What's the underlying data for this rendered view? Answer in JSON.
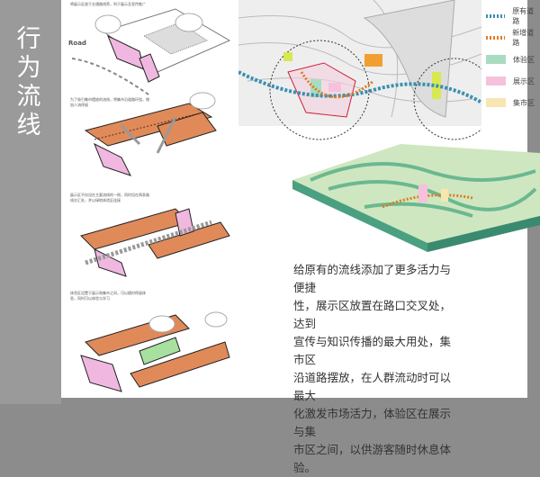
{
  "sidebar": {
    "title": "行为流线"
  },
  "diagrams": {
    "road_label": "Road",
    "captions": [
      "将展示区放于交通路线旁，利于展示及宣传推广",
      "为了吸引集市摆放的流线，将集市沿道路环绕，增加人流停留",
      "展示区不仅设在主要流线的一侧，同时设在两条路线交汇处，并以绿地体验区连接",
      "体验区设置于展示和集市之间，可以随时停留休息，同时可以体验与学习"
    ]
  },
  "legend": [
    {
      "label": "原有道路",
      "color": "#3a8fb0"
    },
    {
      "label": "新增道路",
      "color": "#e07a20"
    },
    {
      "label": "体验区",
      "color": "#a8dcc0"
    },
    {
      "label": "展示区",
      "color": "#f7c0dc"
    },
    {
      "label": "集市区",
      "color": "#f7e6b0"
    }
  ],
  "description": [
    "给原有的流线添加了更多活力与便捷",
    "性，展示区放置在路口交叉处，达到",
    "宣传与知识传播的最大用处，集市区",
    "沿道路摆放，在人群流动时可以最大",
    "化激发市场活力，体验区在展示与集",
    "市区之间，以供游客随时休息体验。"
  ]
}
